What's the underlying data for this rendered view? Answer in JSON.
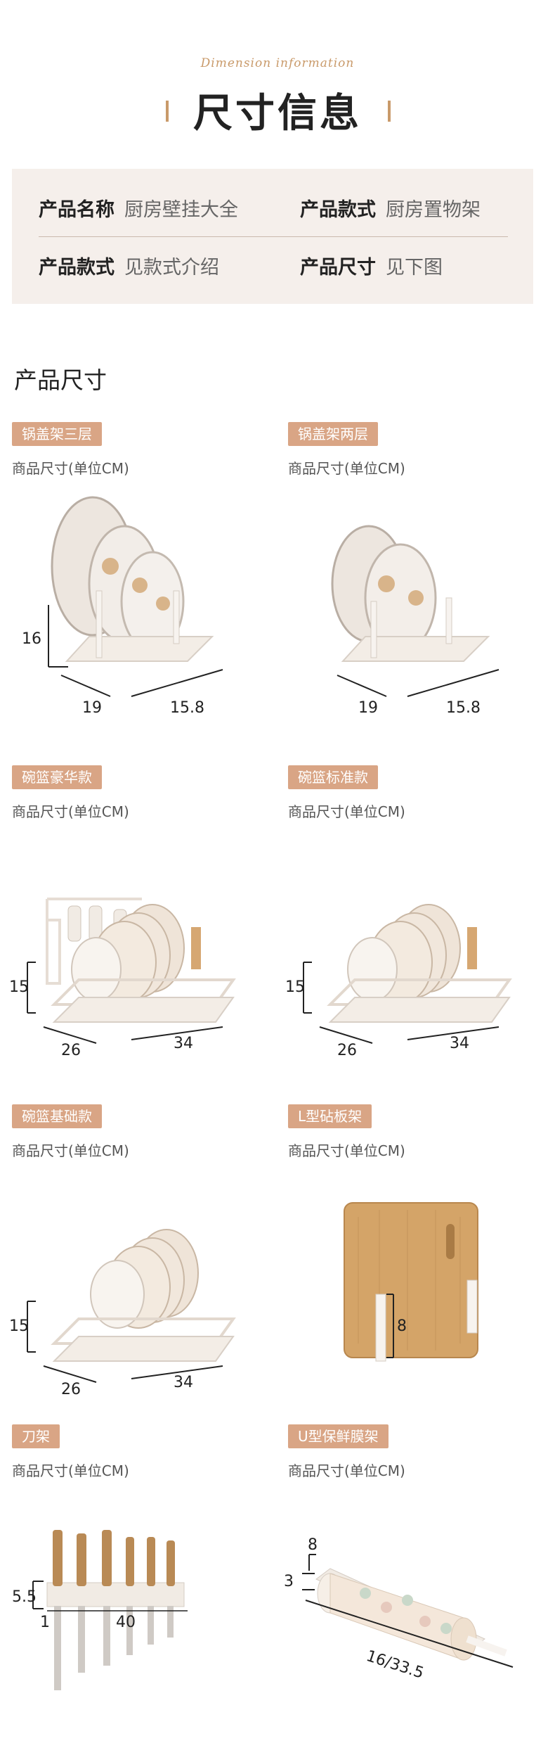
{
  "header": {
    "subtitle": "Dimension information",
    "title": "尺寸信息"
  },
  "info": {
    "row1": [
      {
        "key": "产品名称",
        "value": "厨房壁挂大全"
      },
      {
        "key": "产品款式",
        "value": "厨房置物架"
      }
    ],
    "row2": [
      {
        "key": "产品款式",
        "value": "见款式介绍"
      },
      {
        "key": "产品尺寸",
        "value": "见下图"
      }
    ]
  },
  "section_title": "产品尺寸",
  "unit_label": "商品尺寸(单位CM)",
  "products": [
    {
      "tag": "锅盖架三层",
      "dims": {
        "height": "16",
        "width": "19",
        "depth": "15.8"
      }
    },
    {
      "tag": "锅盖架两层",
      "dims": {
        "width": "19",
        "depth": "15.8"
      }
    },
    {
      "tag": "碗篮豪华款",
      "dims": {
        "height": "15",
        "width": "26",
        "depth": "34"
      }
    },
    {
      "tag": "碗篮标准款",
      "dims": {
        "height": "15",
        "width": "26",
        "depth": "34"
      }
    },
    {
      "tag": "碗篮基础款",
      "dims": {
        "height": "15",
        "width": "26",
        "depth": "34"
      }
    },
    {
      "tag": "L型砧板架",
      "dims": {
        "height": "8"
      }
    },
    {
      "tag": "刀架",
      "dims": {
        "height": "5.5",
        "depth": "1",
        "width": "40"
      }
    },
    {
      "tag": "U型保鲜膜架",
      "dims": {
        "depth": "8",
        "height": "3",
        "width": "16/33.5"
      }
    }
  ]
}
